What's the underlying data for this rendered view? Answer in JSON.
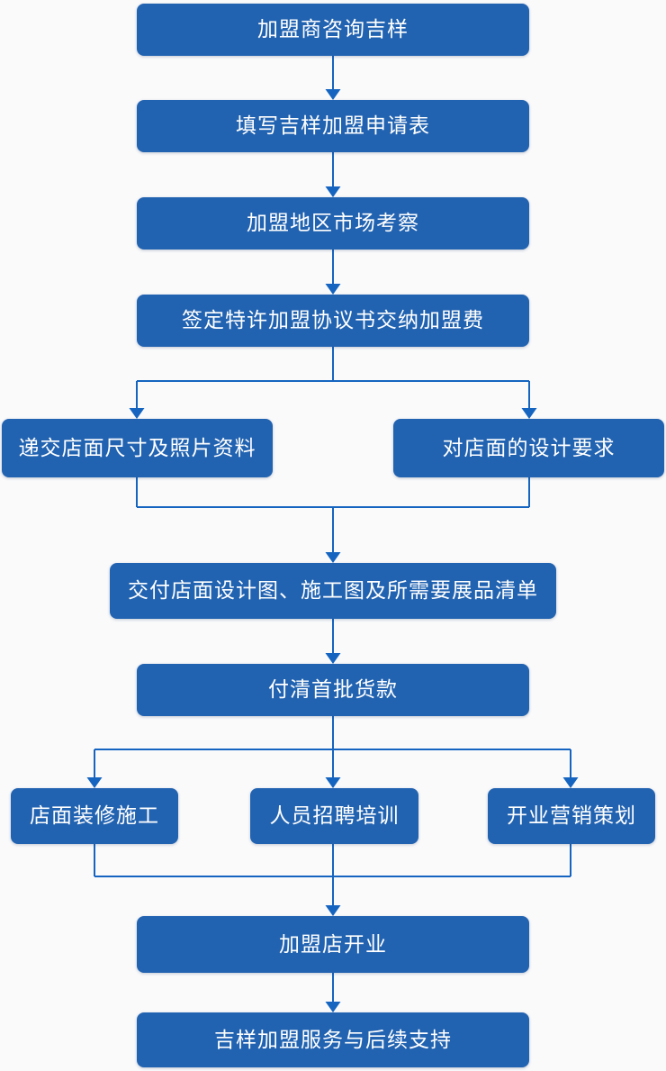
{
  "colors": {
    "node_fill": "#2263b1",
    "connector": "#1565c0",
    "node_text": "#ffffff",
    "background": "#fafafb"
  },
  "flowchart": {
    "type": "flowchart",
    "direction": "top-down",
    "nodes": [
      {
        "id": "consult",
        "label": "加盟商咨询吉样"
      },
      {
        "id": "application-form",
        "label": "填写吉样加盟申请表"
      },
      {
        "id": "market-survey",
        "label": "加盟地区市场考察"
      },
      {
        "id": "sign-agreement",
        "label": "签定特许加盟协议书交纳加盟费"
      },
      {
        "id": "submit-store-info",
        "label": "递交店面尺寸及照片资料"
      },
      {
        "id": "design-requirements",
        "label": "对店面的设计要求"
      },
      {
        "id": "deliver-design",
        "label": "交付店面设计图、施工图及所需要展品清单"
      },
      {
        "id": "first-payment",
        "label": "付清首批货款"
      },
      {
        "id": "store-renovation",
        "label": "店面装修施工"
      },
      {
        "id": "staff-recruitment",
        "label": "人员招聘培训"
      },
      {
        "id": "opening-marketing",
        "label": "开业营销策划"
      },
      {
        "id": "store-opening",
        "label": "加盟店开业"
      },
      {
        "id": "follow-up-support",
        "label": "吉样加盟服务与后续支持"
      }
    ],
    "edges": [
      "consult -> application-form",
      "application-form -> market-survey",
      "market-survey -> sign-agreement",
      "sign-agreement -> submit-store-info",
      "sign-agreement -> design-requirements",
      "submit-store-info -> deliver-design",
      "design-requirements -> deliver-design",
      "deliver-design -> first-payment",
      "first-payment -> store-renovation",
      "first-payment -> staff-recruitment",
      "first-payment -> opening-marketing",
      "store-renovation -> store-opening",
      "staff-recruitment -> store-opening",
      "opening-marketing -> store-opening",
      "store-opening -> follow-up-support"
    ]
  }
}
